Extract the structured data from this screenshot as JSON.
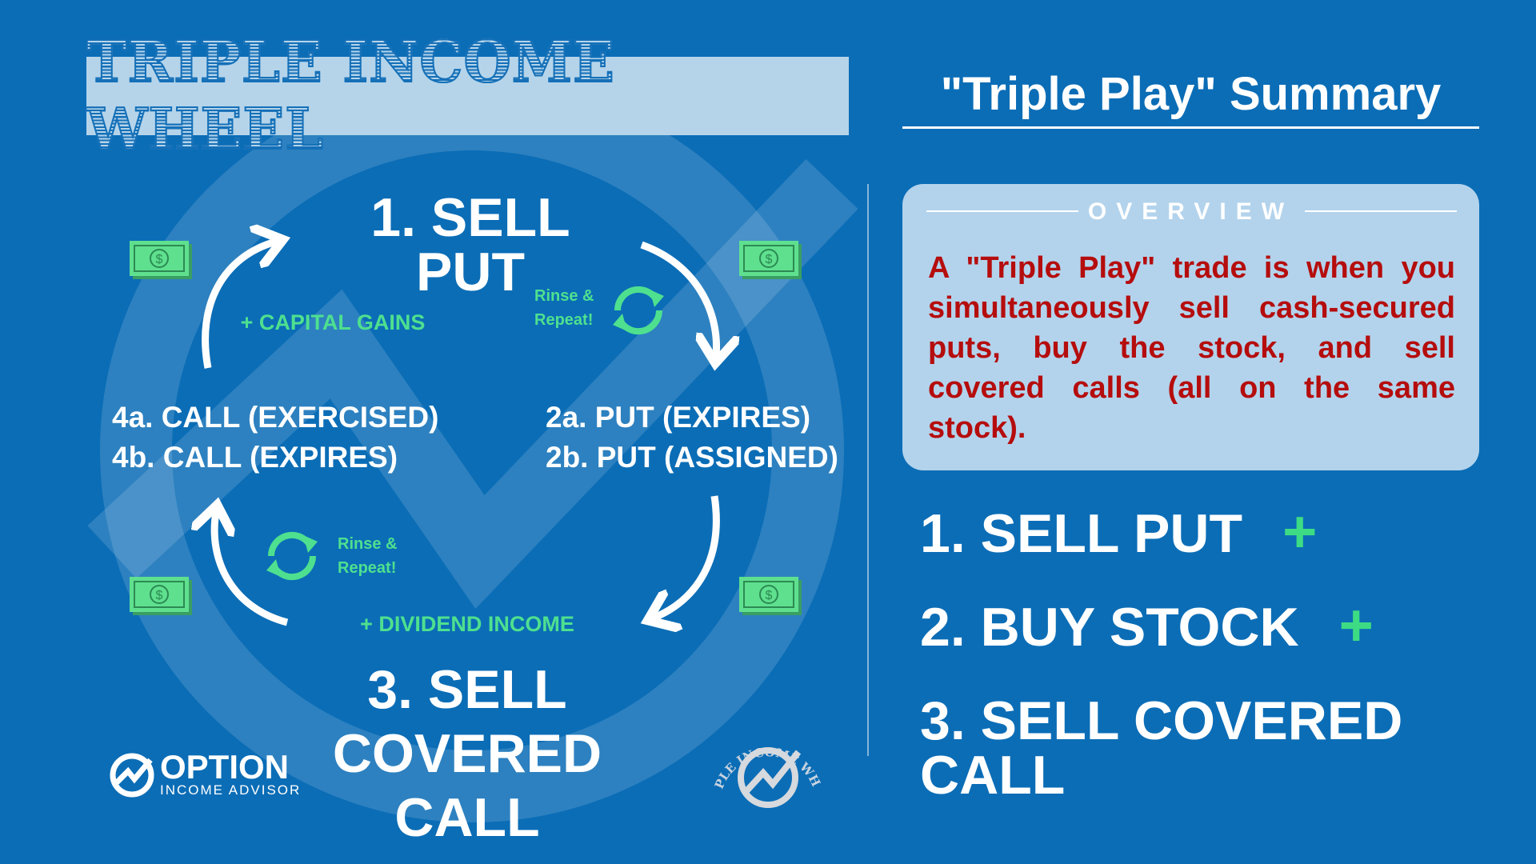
{
  "left": {
    "title": "TRIPLE INCOME WHEEL",
    "step1": "1. SELL PUT",
    "step3_line1": "3. SELL COVERED",
    "step3_line2": "CALL",
    "put_outcomes": [
      "2a. PUT (EXPIRES)",
      "2b. PUT (ASSIGNED)"
    ],
    "call_outcomes": [
      "4a. CALL (EXERCISED)",
      "4b. CALL (EXPIRES)"
    ],
    "capital_gains": "+ CAPITAL GAINS",
    "dividend_income": "+ DIVIDEND INCOME",
    "rinse_top": [
      "Rinse &",
      "Repeat!"
    ],
    "rinse_bottom": [
      "Rinse &",
      "Repeat!"
    ],
    "icons": {
      "money": "dollar-bill-icon",
      "recycle": "recycle-icon",
      "arrow": "curved-arrow-icon"
    }
  },
  "branding": {
    "logo_main": "OPTION",
    "logo_sub": "INCOME ADVISOR",
    "badge_text": "TRIPLE INCOME WHEEL"
  },
  "right": {
    "title": "\"Triple Play\" Summary",
    "overview_label": "OVERVIEW",
    "overview_text": "A \"Triple Play\" trade is when you simultaneously sell cash-secured puts, buy the stock, and sell covered calls (all on the same stock).",
    "steps": [
      {
        "label": "1. SELL PUT",
        "plus": "+"
      },
      {
        "label": "2. BUY STOCK",
        "plus": "+"
      },
      {
        "label": "3. SELL COVERED CALL"
      }
    ]
  },
  "colors": {
    "background": "#0b6db6",
    "accent_green": "#3ddc84",
    "overview_text": "#b50d0d",
    "panel": "#b3d3ec"
  }
}
